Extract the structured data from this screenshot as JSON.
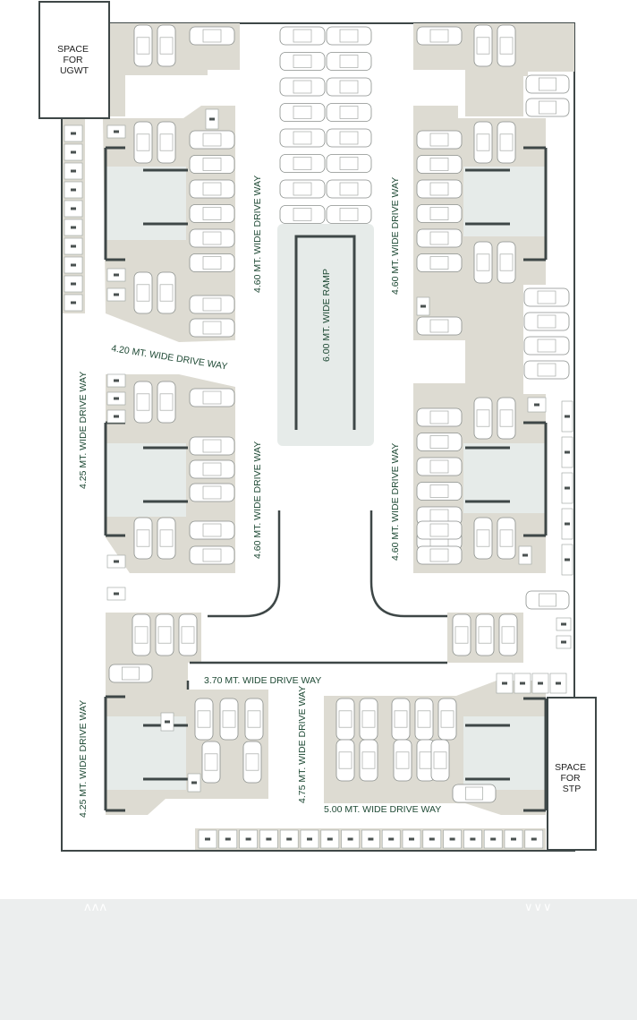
{
  "labels": {
    "ugwt": [
      "SPACE",
      "FOR",
      "UGWT"
    ],
    "stp": [
      "SPACE",
      "FOR",
      "STP"
    ],
    "ramp": "6.00 MT. WIDE RAMP",
    "drive_420": "4.20 MT. WIDE DRIVE WAY",
    "drive_425_upper": "4.25 MT. WIDE DRIVE WAY",
    "drive_425_lower": "4.25 MT. WIDE DRIVE WAY",
    "drive_460_a": "4.60 MT. WIDE DRIVE WAY",
    "drive_460_b": "4.60 MT. WIDE DRIVE WAY",
    "drive_460_c": "4.60 MT. WIDE DRIVE WAY",
    "drive_460_d": "4.60 MT. WIDE DRIVE WAY",
    "drive_370": "3.70 MT. WIDE DRIVE WAY",
    "drive_475": "4.75 MT. WIDE DRIVE WAY",
    "drive_500": "5.00 MT. WIDE DRIVE WAY"
  },
  "nav": {
    "left": "ʌʌʌ",
    "right": "∨∨∨"
  },
  "colors": {
    "zone": "#dddbd2",
    "core": "#e6ebe9",
    "wall": "#3e4747",
    "text": "#1f4a35"
  }
}
